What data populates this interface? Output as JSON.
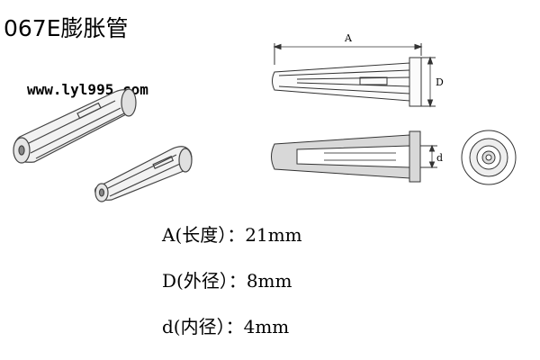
{
  "title": "067E膨胀管",
  "website": "www.lyl995.com",
  "drawing": {
    "label_A": "A",
    "label_D": "D",
    "label_d": "d"
  },
  "specs": [
    {
      "text": "A(长度）：21mm"
    },
    {
      "text": "D(外径）：8mm"
    },
    {
      "text": "d(内径）：4mm"
    }
  ]
}
